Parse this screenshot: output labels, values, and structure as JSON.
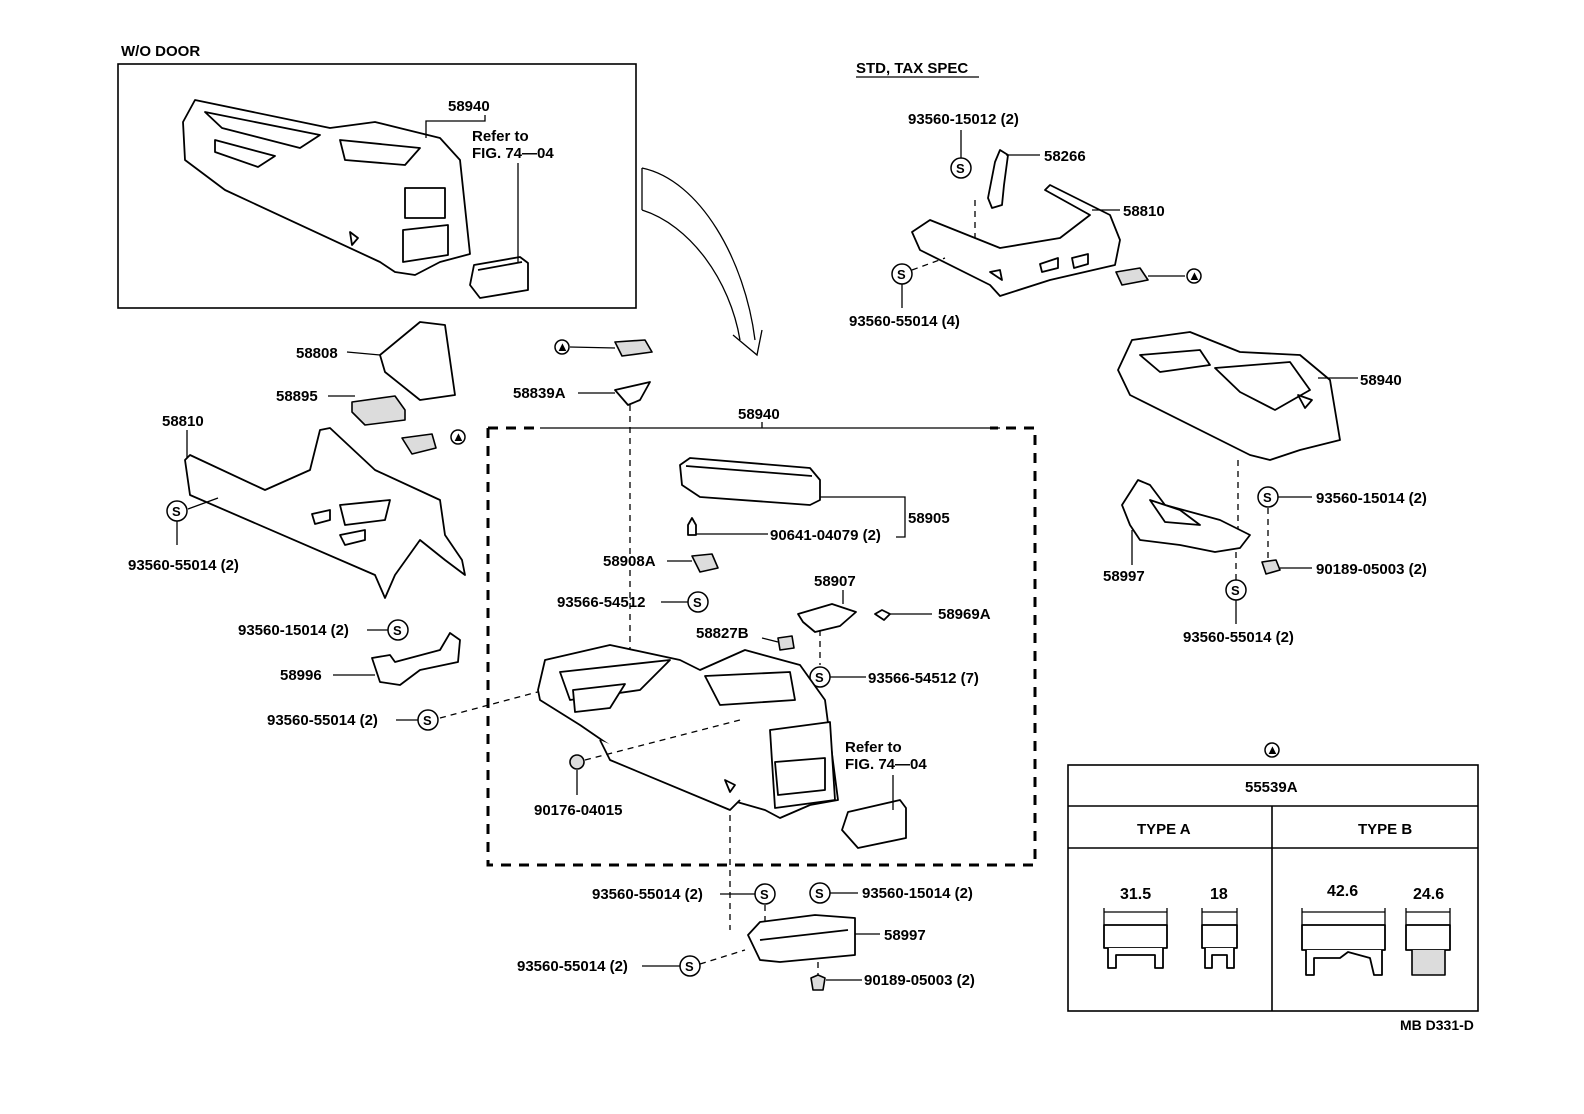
{
  "sections": {
    "wo_door": "W/O DOOR",
    "std_tax_spec": "STD, TAX SPEC"
  },
  "symbols": {
    "s_mark": "S",
    "triangle_mark": "▲"
  },
  "labels": {
    "p58940_top": "58940",
    "refer_top_1": "Refer to",
    "refer_top_2": "FIG. 74—04",
    "p58808": "58808",
    "p58895": "58895",
    "p58810_left": "58810",
    "p93560_55014_2_left": "93560-55014 (2)",
    "p93560_15014_2_left": "93560-15014 (2)",
    "p58996": "58996",
    "p93560_55014_2_mid": "93560-55014 (2)",
    "p58839A": "58839A",
    "p58940_center": "58940",
    "p58905": "58905",
    "p90641_04079": "90641-04079 (2)",
    "p58908A": "58908A",
    "p93566_54512": "93566-54512",
    "p58907": "58907",
    "p58969A": "58969A",
    "p58827B": "58827B",
    "p93566_54512_7": "93566-54512 (7)",
    "refer_center_1": "Refer to",
    "refer_center_2": "FIG. 74—04",
    "p90176_04015": "90176-04015",
    "p93560_55014_2_bottom": "93560-55014 (2)",
    "p93560_15014_2_bottom": "93560-15014 (2)",
    "p58997_bottom": "58997",
    "p93560_55014_2_bottom2": "93560-55014 (2)",
    "p90189_05003_bottom": "90189-05003 (2)",
    "p93560_15012": "93560-15012 (2)",
    "p58266": "58266",
    "p58810_right": "58810",
    "p93560_55014_4": "93560-55014 (4)",
    "p58940_right": "58940",
    "p93560_15014_2_right": "93560-15014 (2)",
    "p58997_right": "58997",
    "p90189_05003_right": "90189-05003 (2)",
    "p93560_55014_2_right": "93560-55014 (2)"
  },
  "table": {
    "part_number": "55539A",
    "type_a": "TYPE A",
    "type_b": "TYPE B",
    "dim_a1": "31.5",
    "dim_a2": "18",
    "dim_b1": "42.6",
    "dim_b2": "24.6"
  },
  "ref_code": "MB D331-D"
}
